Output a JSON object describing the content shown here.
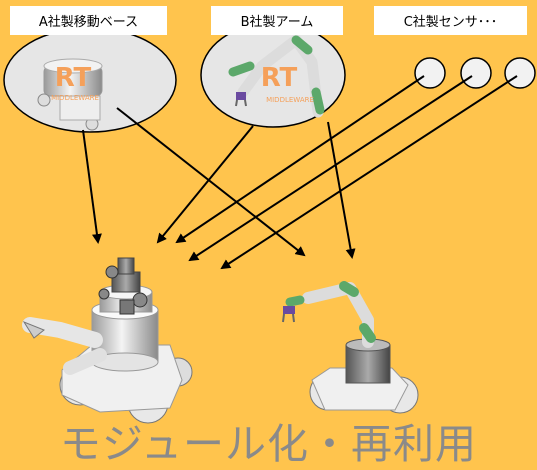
{
  "labels": {
    "module_a": "A社製移動ベース",
    "module_b": "B社製アーム",
    "module_c": "C社製センサ･･･"
  },
  "logo": {
    "text_rt": "RT",
    "text_middleware": "MIDDLEWARE"
  },
  "title": "モジュール化・再利用",
  "colors": {
    "background": "#FFC44D",
    "logo": "#F5A05A",
    "arm_joint": "#5CA86A",
    "title": "#8a8a8a"
  }
}
